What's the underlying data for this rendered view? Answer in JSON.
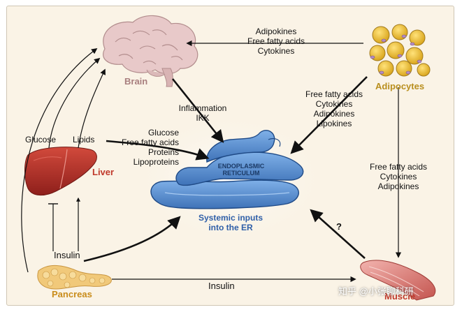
{
  "organs": {
    "brain": "Brain",
    "adipocytes": "Adipocytes",
    "liver": "Liver",
    "pancreas": "Pancreas",
    "muscle": "Muscle"
  },
  "er": {
    "line1": "ENDOPLASMIC",
    "line2": "RETICULUM",
    "caption_line1": "Systemic inputs",
    "caption_line2": "into the ER"
  },
  "adipo_to_brain": [
    "Adipokines",
    "Free fatty acids",
    "Cytokines"
  ],
  "brain_to_er": [
    "Inflammation",
    "IKK"
  ],
  "adipo_to_er": [
    "Free fatty acids",
    "Cytokines",
    "Adipokines",
    "Lipokines"
  ],
  "liver_to_er": [
    "Glucose",
    "Free fatty acids",
    "Proteins",
    "Lipoproteins"
  ],
  "liver_to_brain": {
    "glucose": "Glucose",
    "lipids": "Lipids"
  },
  "adipo_to_muscle": [
    "Free fatty acids",
    "Cytokines",
    "Adipokines"
  ],
  "insulin_pancreas": "Insulin",
  "insulin_to_muscle": "Insulin",
  "muscle_question": "?",
  "watermark": "知乎 @小张聊科研",
  "colors": {
    "background": "#faf3e6",
    "brain_label": "#a87e7e",
    "adipocytes_label": "#b98f1e",
    "liver_label": "#c0392b",
    "pancreas_label": "#c98c1a",
    "er_fill": "#5b8fd0",
    "er_text": "#1b3a66",
    "caption": "#2f5fa8"
  }
}
